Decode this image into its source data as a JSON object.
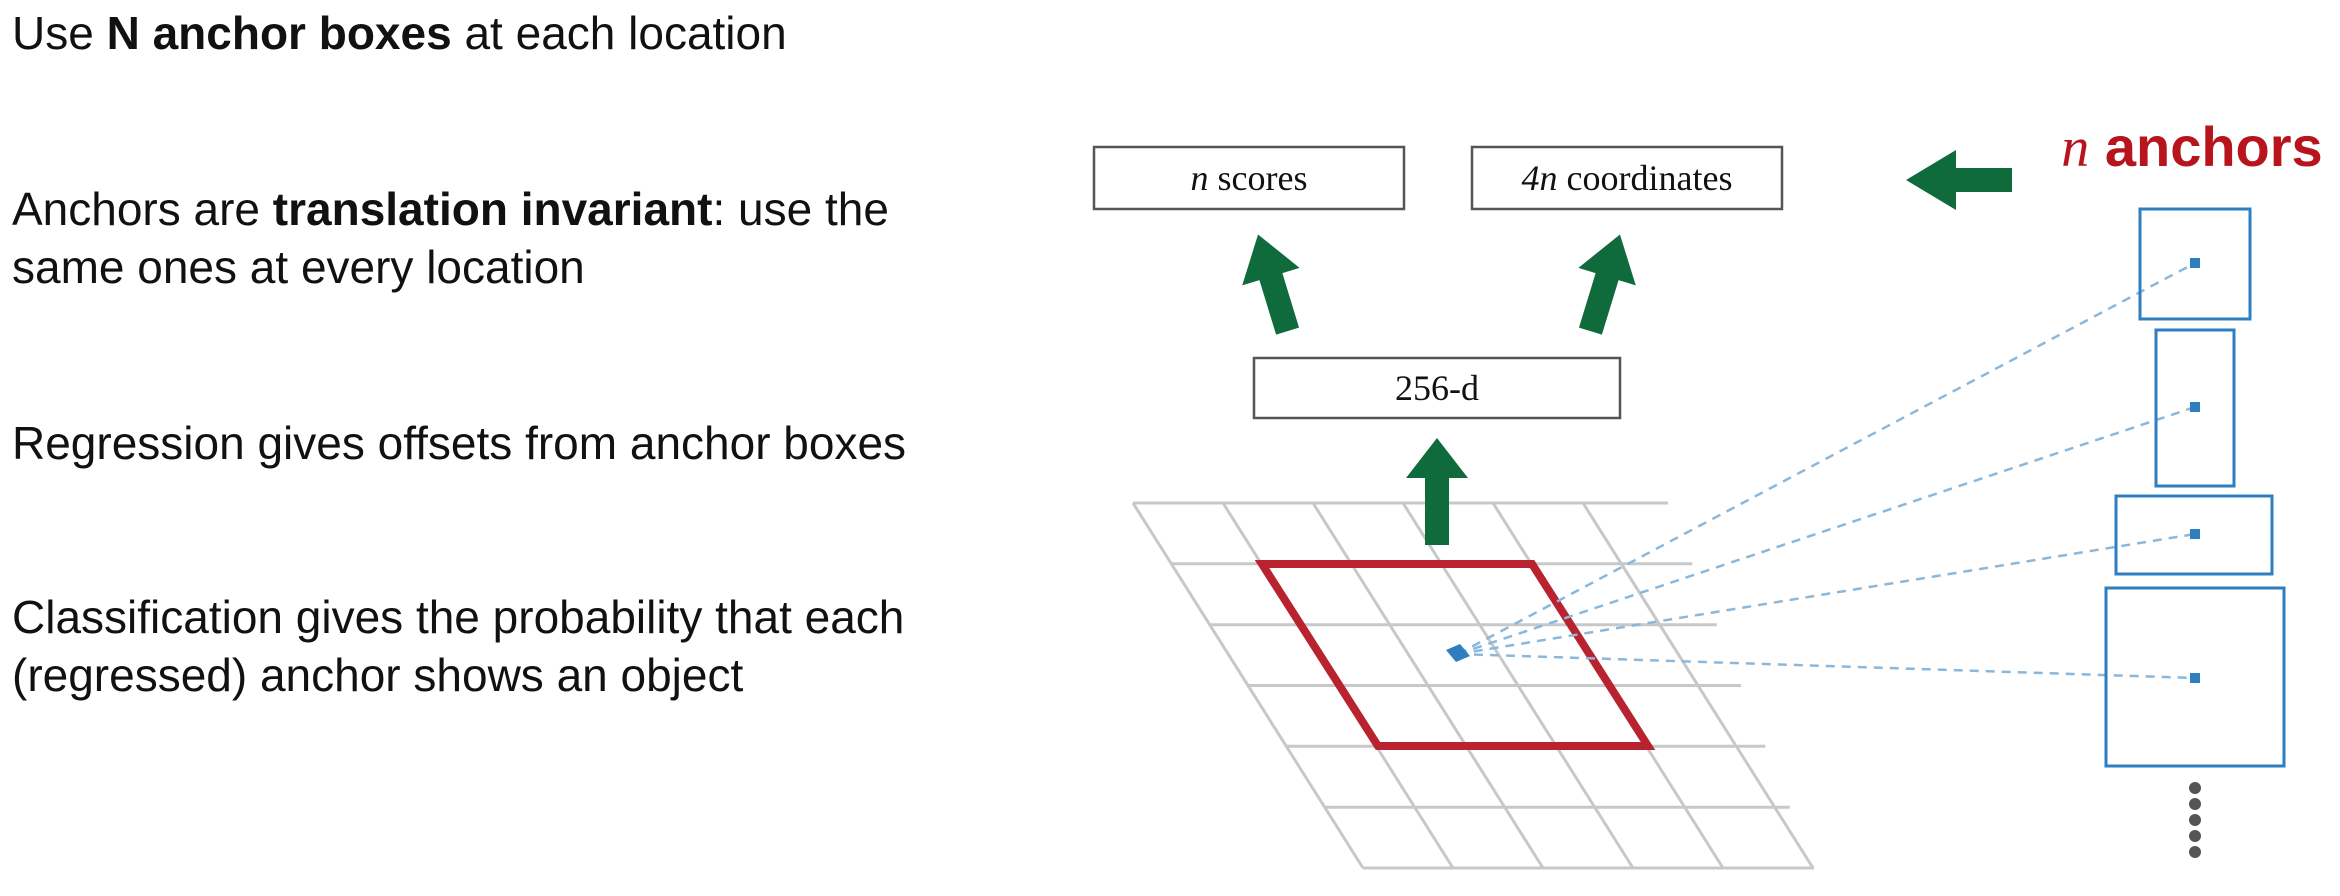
{
  "bullets": [
    {
      "before": "Use ",
      "bold": "N anchor boxes",
      "after": " at each location"
    },
    {
      "before": "Anchors are ",
      "bold": "translation invariant",
      "after_line1": ": use the",
      "line2": "same ones at every location"
    },
    {
      "text": "Regression gives offsets from anchor boxes"
    },
    {
      "line1": "Classification gives the probability that each",
      "line2": "(regressed) anchor shows an object"
    }
  ],
  "diagram": {
    "scores_box": {
      "italic": "n",
      "text": " scores"
    },
    "coords_box": {
      "italic": "4n",
      "text": " coordinates"
    },
    "feature_box": {
      "text": "256-d"
    },
    "anchors_label": {
      "italic": "n",
      "text": " anchors"
    },
    "colors": {
      "arrow": "#0f6b3c",
      "window": "#b8232f",
      "anchor": "#2f7fc0",
      "grid": "#c8c8c8",
      "dots": "#555555"
    }
  }
}
